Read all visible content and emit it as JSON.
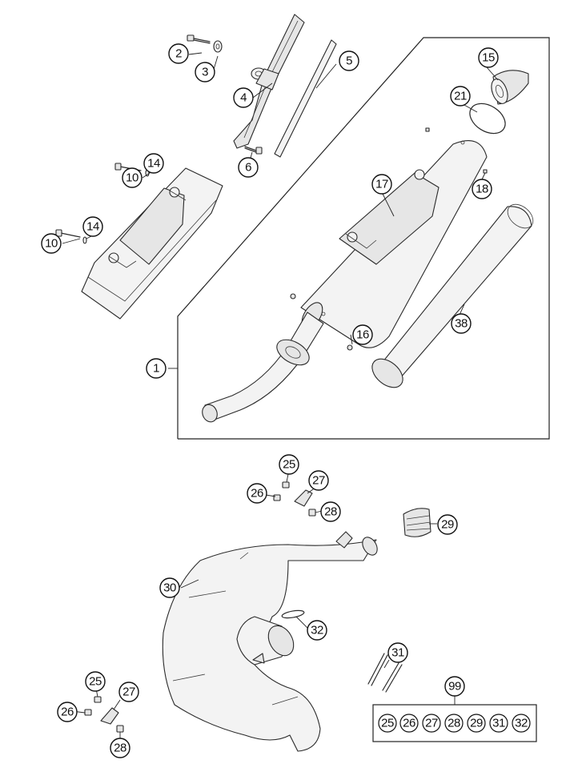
{
  "callouts": [
    {
      "id": "c1",
      "label": "1"
    },
    {
      "id": "c2",
      "label": "2"
    },
    {
      "id": "c3",
      "label": "3"
    },
    {
      "id": "c4",
      "label": "4"
    },
    {
      "id": "c5",
      "label": "5"
    },
    {
      "id": "c6",
      "label": "6"
    },
    {
      "id": "c10a",
      "label": "10"
    },
    {
      "id": "c10b",
      "label": "10"
    },
    {
      "id": "c14a",
      "label": "14"
    },
    {
      "id": "c14b",
      "label": "14"
    },
    {
      "id": "c15",
      "label": "15"
    },
    {
      "id": "c16",
      "label": "16"
    },
    {
      "id": "c17",
      "label": "17"
    },
    {
      "id": "c18",
      "label": "18"
    },
    {
      "id": "c21",
      "label": "21"
    },
    {
      "id": "c38",
      "label": "38"
    },
    {
      "id": "c25a",
      "label": "25"
    },
    {
      "id": "c26a",
      "label": "26"
    },
    {
      "id": "c27a",
      "label": "27"
    },
    {
      "id": "c28a",
      "label": "28"
    },
    {
      "id": "c29",
      "label": "29"
    },
    {
      "id": "c30",
      "label": "30"
    },
    {
      "id": "c31",
      "label": "31"
    },
    {
      "id": "c32",
      "label": "32"
    },
    {
      "id": "c25b",
      "label": "25"
    },
    {
      "id": "c26b",
      "label": "26"
    },
    {
      "id": "c27b",
      "label": "27"
    },
    {
      "id": "c28b",
      "label": "28"
    },
    {
      "id": "c99",
      "label": "99"
    }
  ],
  "kit": {
    "label": "99",
    "items": [
      "25",
      "26",
      "27",
      "28",
      "29",
      "31",
      "32"
    ]
  }
}
